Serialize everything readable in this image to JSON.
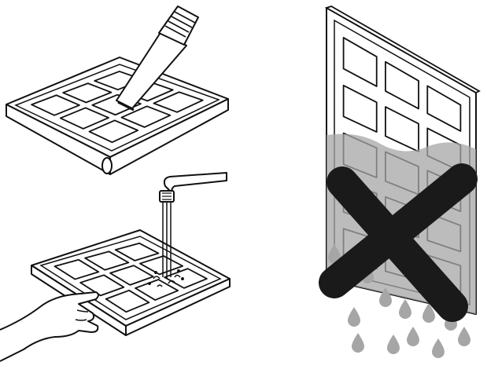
{
  "figure": {
    "panels": [
      {
        "name": "vacuum-cleaning",
        "icon": "vacuum-nozzle-icon"
      },
      {
        "name": "rinse-under-tap",
        "icon": "water-tap-icon"
      },
      {
        "name": "do-not-soak",
        "icon": "prohibited-cross-icon"
      }
    ],
    "colors": {
      "line": "#111111",
      "fill": "#ffffff",
      "water": "#a6a6a6",
      "cross": "#1a1a1a"
    }
  }
}
